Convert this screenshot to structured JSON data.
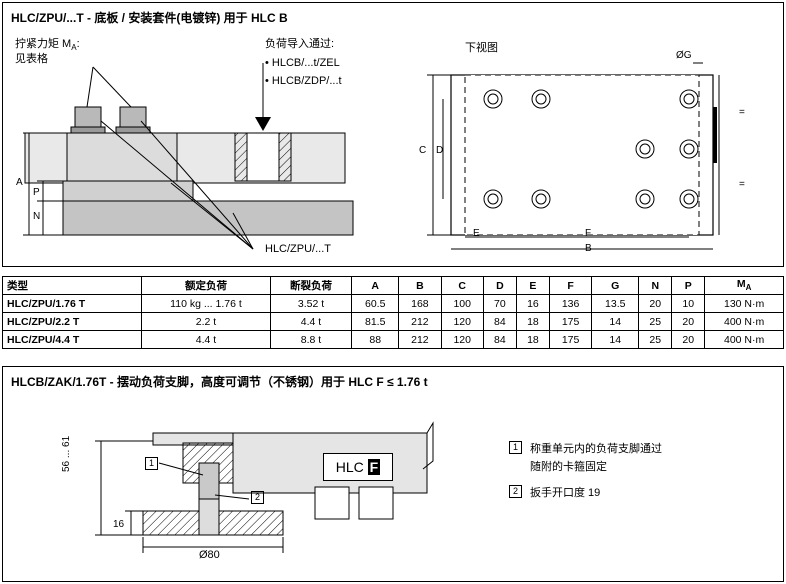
{
  "top_panel": {
    "title": "HLC/ZPU/...T - 底板 / 安装套件(电镀锌) 用于 HLC B",
    "torque_label_line1": "拧紧力矩 M",
    "torque_label_sub": "A",
    "torque_label_colon": ":",
    "torque_label_line2": "见表格",
    "load_intro_label": "负荷导入通过:",
    "load_items": [
      "• HLCB/...t/ZEL",
      "• HLCB/ZDP/...t"
    ],
    "part_label": "HLC/ZPU/...T",
    "dim_left": [
      "A",
      "P",
      "N"
    ],
    "top_view_label": "下视图",
    "top_view_dims": {
      "g": "ØG",
      "c": "C",
      "d": "D",
      "e": "E",
      "f": "F",
      "b": "B",
      "eq": "="
    }
  },
  "table": {
    "headers": [
      "类型",
      "额定负荷",
      "断裂负荷",
      "A",
      "B",
      "C",
      "D",
      "E",
      "F",
      "G",
      "N",
      "P",
      "M",
      "A"
    ],
    "rows": [
      [
        "HLC/ZPU/1.76 T",
        "110 kg ... 1.76 t",
        "3.52 t",
        "60.5",
        "168",
        "100",
        "70",
        "16",
        "136",
        "13.5",
        "20",
        "10",
        "130 N·m"
      ],
      [
        "HLC/ZPU/2.2 T",
        "2.2 t",
        "4.4 t",
        "81.5",
        "212",
        "120",
        "84",
        "18",
        "175",
        "14",
        "25",
        "20",
        "400 N·m"
      ],
      [
        "HLC/ZPU/4.4 T",
        "4.4 t",
        "8.8 t",
        "88",
        "212",
        "120",
        "84",
        "18",
        "175",
        "14",
        "25",
        "20",
        "400 N·m"
      ]
    ]
  },
  "bottom_panel": {
    "title": "HLCB/ZAK/1.76T - 摆动负荷支脚，高度可调节（不锈钢）用于 HLC F ≤ 1.76 t",
    "dim_height": "56 ... 61",
    "dim_16": "16",
    "dim_diameter": "Ø80",
    "marker_1": "1",
    "marker_2": "2",
    "badge_text": "HLC",
    "badge_letter": "F",
    "notes": [
      {
        "num": "1",
        "lines": [
          "称重单元内的负荷支脚通过",
          "随附的卡箍固定"
        ]
      },
      {
        "num": "2",
        "lines": [
          "扳手开口度 19"
        ]
      }
    ]
  }
}
